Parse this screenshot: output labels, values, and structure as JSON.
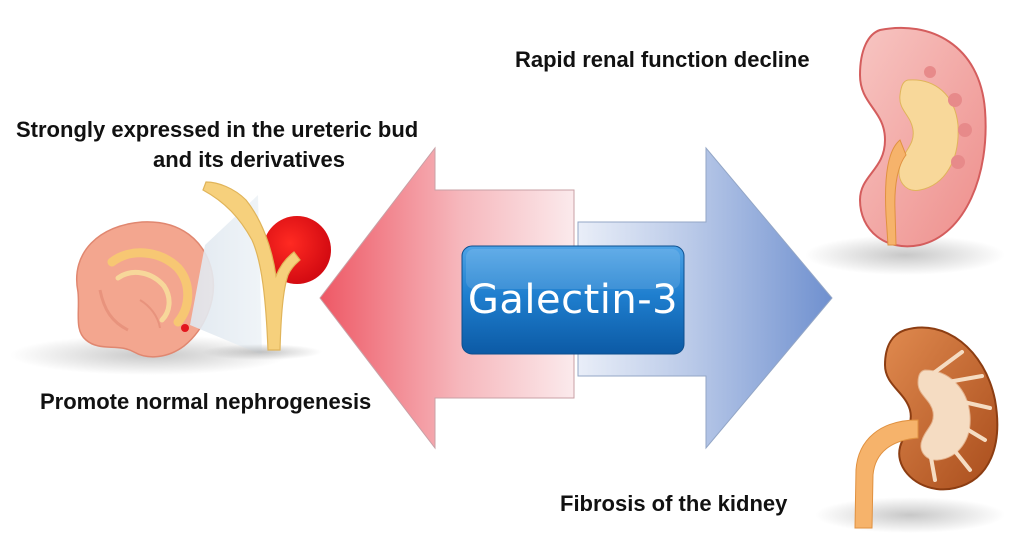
{
  "center": {
    "label": "Galectin-3"
  },
  "left": {
    "top_label_line1": "Strongly expressed in the ureteric bud",
    "top_label_line2": "and its derivatives",
    "bottom_label": "Promote normal nephrogenesis"
  },
  "right": {
    "top_label": "Rapid renal function decline",
    "bottom_label": "Fibrosis of the kidney"
  },
  "colors": {
    "left_arrow": "#ee6f7a",
    "right_arrow": "#7f9fd6",
    "center_box": "#1a78c8",
    "ureteric_bud": "#f5cf7a",
    "cap_mesenchyme": "#e8141b",
    "embryo": "#f4a58e",
    "kidney_fibrosis": "#c7662e",
    "needles": "#6a5bb0"
  }
}
